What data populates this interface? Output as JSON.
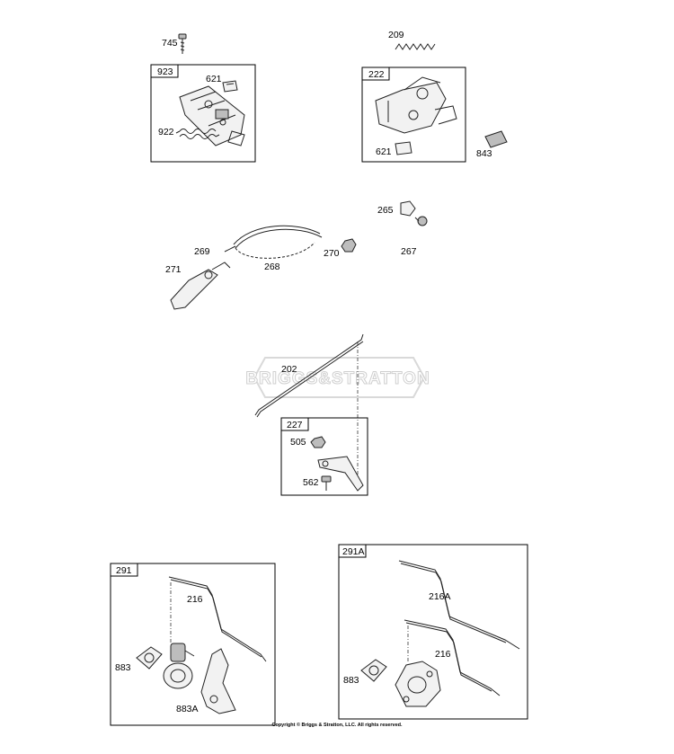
{
  "watermark": "BRIGGS&STRATTON",
  "copyright": "Copyright © Briggs & Stratton, LLC. All rights reserved.",
  "boxes": {
    "b923": "923",
    "b222": "222",
    "b227": "227",
    "b291": "291",
    "b291a": "291A"
  },
  "labels": {
    "p745": "745",
    "p209": "209",
    "p621a": "621",
    "p922": "922",
    "p621b": "621",
    "p843": "843",
    "p265": "265",
    "p267": "267",
    "p269": "269",
    "p270": "270",
    "p268": "268",
    "p271": "271",
    "p202": "202",
    "p505": "505",
    "p562": "562",
    "p216a": "216",
    "p883a": "883",
    "p883A": "883A",
    "p216A": "216A",
    "p216b": "216",
    "p883b": "883"
  }
}
